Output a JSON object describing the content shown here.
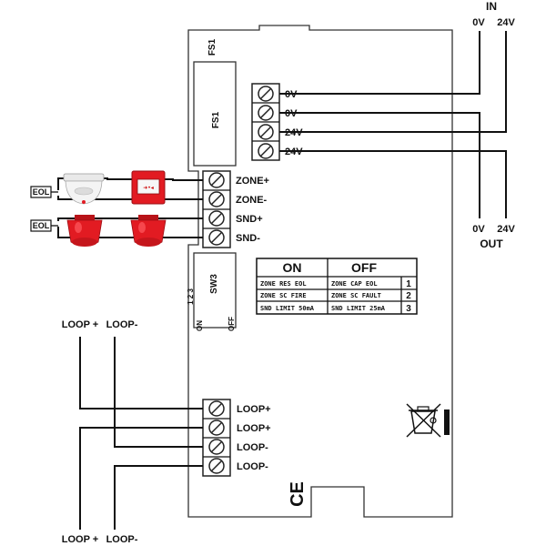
{
  "power": {
    "in_title": "IN",
    "out_title": "OUT",
    "in_0v": "0V",
    "in_24v": "24V",
    "out_0v": "0V",
    "out_24v": "24V"
  },
  "fs1": {
    "top_label": "FS1",
    "fuse_label": "FS1"
  },
  "power_terminals": [
    "0V",
    "0V",
    "24V",
    "24V"
  ],
  "zone_terminals": [
    "ZONE+",
    "ZONE-",
    "SND+",
    "SND-"
  ],
  "loop_terminals": [
    "LOOP+",
    "LOOP+",
    "LOOP-",
    "LOOP-"
  ],
  "eol_labels": [
    "EOL",
    "EOL"
  ],
  "sw3": {
    "label": "SW3",
    "numbers": "1 2 3",
    "on": "ON",
    "off": "OFF"
  },
  "switch_table": {
    "header_on": "ON",
    "header_off": "OFF",
    "rows": [
      {
        "on": "ZONE RES EOL",
        "off": "ZONE CAP EOL",
        "n": "1"
      },
      {
        "on": "ZONE SC FIRE",
        "off": "ZONE SC FAULT",
        "n": "2"
      },
      {
        "on": "SND LIMIT 50mA",
        "off": "SND LIMIT 25mA",
        "n": "3"
      }
    ]
  },
  "loop_in": {
    "plus": "LOOP +",
    "minus": "LOOP-"
  },
  "loop_out": {
    "plus": "LOOP +",
    "minus": "LOOP-"
  },
  "ce_mark": "CE",
  "colors": {
    "line": "#111111",
    "device_red": "#e21b22",
    "detector_white": "#f2f2f2"
  },
  "icons": [
    "smoke-detector-icon",
    "manual-call-point-icon",
    "sounder-icon",
    "crossed-bin-icon",
    "screw-terminal-icon"
  ]
}
